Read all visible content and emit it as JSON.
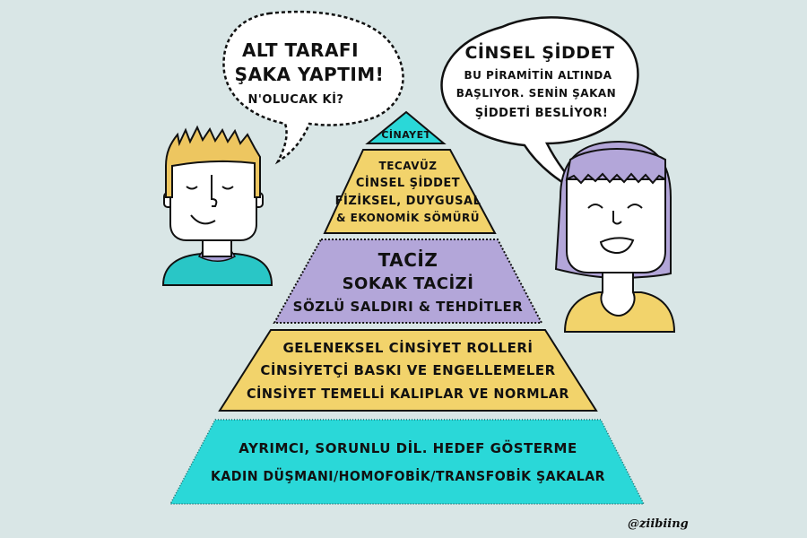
{
  "colors": {
    "background": "#d9e6e6",
    "cyan": "#2ad8d8",
    "yellow": "#f2d36b",
    "purple": "#b3a6d9",
    "outline": "#111111",
    "skin": "#ffffff",
    "boy_hair": "#edc660",
    "boy_shirt": "#29c6c6",
    "girl_hair": "#b3a6d9",
    "girl_top": "#f2d36b"
  },
  "left_bubble": {
    "lines": [
      "ALT TARAFI",
      "ŞAKA YAPTIM!",
      "N'OLUCAK Kİ?"
    ]
  },
  "right_bubble": {
    "lines": [
      "CİNSEL ŞİDDET",
      "BU PİRAMİTİN ALTINDA",
      "BAŞLIYOR. SENİN ŞAKAN",
      "ŞİDDETİ BESLİYOR!"
    ]
  },
  "pyramid": {
    "levels": [
      {
        "name": "top",
        "color": "cyan",
        "lines": [
          "CİNAYET"
        ]
      },
      {
        "name": "second",
        "color": "yellow",
        "lines": [
          "TECAVÜZ",
          "CİNSEL ŞİDDET",
          "FİZİKSEL, DUYGUSAL",
          "& EKONOMİK SÖMÜRÜ"
        ]
      },
      {
        "name": "third",
        "color": "purple",
        "lines": [
          "TACİZ",
          "SOKAK TACİZİ",
          "SÖZLÜ SALDIRI & TEHDİTLER"
        ]
      },
      {
        "name": "fourth",
        "color": "yellow",
        "lines": [
          "GELENEKSEL CİNSİYET ROLLERİ",
          "CİNSİYETÇİ BASKI VE ENGELLEMELER",
          "CİNSİYET TEMELLİ KALIPLAR VE NORMLAR"
        ]
      },
      {
        "name": "base",
        "color": "cyan",
        "lines": [
          "AYRIMCI, SORUNLU DİL. HEDEF GÖSTERME",
          "KADIN DÜŞMANI/HOMOFOBİK/TRANSFOBİK ŞAKALAR"
        ]
      }
    ]
  },
  "characters": {
    "left": "boy-smiling-eyes-closed",
    "right": "girl-smiling"
  },
  "credit": "@ziibiing"
}
